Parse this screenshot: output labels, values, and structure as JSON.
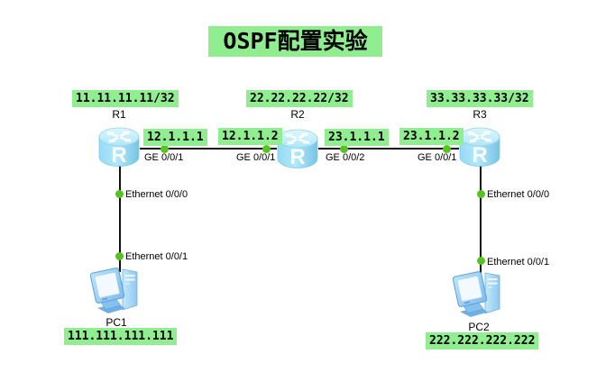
{
  "title": "OSPF配置实验",
  "colors": {
    "label_background": "#90EE90",
    "connection_dot": "#55C41E",
    "device_fill": "#9EDFF5",
    "link_line": "#111111",
    "canvas_background": "#FFFFFF"
  },
  "devices": {
    "icon_letter": "R",
    "routers": [
      {
        "name": "R1",
        "loopback": "11.11.11.11/32"
      },
      {
        "name": "R2",
        "loopback": "22.22.22.22/32"
      },
      {
        "name": "R3",
        "loopback": "33.33.33.33/32"
      }
    ],
    "pcs": [
      {
        "name": "PC1",
        "ip": "111.111.111.111"
      },
      {
        "name": "PC2",
        "ip": "222.222.222.222"
      }
    ]
  },
  "links": {
    "r1_r2": {
      "left_ip": "12.1.1.1",
      "left_if": "GE 0/0/1",
      "right_ip": "12.1.1.2",
      "right_if": "GE 0/0/1"
    },
    "r2_r3": {
      "left_ip": "23.1.1.1",
      "left_if": "GE 0/0/2",
      "right_ip": "23.1.1.2",
      "right_if": "GE 0/0/1"
    },
    "r1_pc1": {
      "top_if": "Ethernet 0/0/0",
      "bottom_if": "Ethernet 0/0/1"
    },
    "r3_pc2": {
      "top_if": "Ethernet 0/0/0",
      "bottom_if": "Ethernet 0/0/1"
    }
  }
}
